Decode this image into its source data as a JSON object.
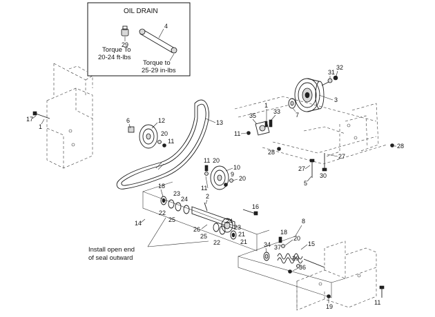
{
  "inset": {
    "title": "OIL DRAIN",
    "torque_a_line1": "Torque To",
    "torque_a_line2": "20-24 ft-lbs",
    "torque_b_line1": "Torque to",
    "torque_b_line2": "25-29 in-lbs"
  },
  "note": {
    "line1": "Install open end",
    "line2": "of seal outward"
  },
  "callouts": {
    "c29": "29",
    "c4": "4",
    "c32": "32",
    "c31": "31",
    "c3": "3",
    "c7": "7",
    "c33": "33",
    "c1a": "1",
    "c35": "35",
    "c11a": "11",
    "c17": "17",
    "c1b": "1",
    "c6": "6",
    "c12": "12",
    "c20a": "20",
    "c11b": "11",
    "c13": "13",
    "c28a": "28",
    "c28b": "28",
    "c27a": "27",
    "c27b": "27",
    "c5": "5",
    "c30": "30",
    "c11c": "11",
    "c20b": "20",
    "c10": "10",
    "c9": "9",
    "c20c": "20",
    "c11d": "11",
    "c18a": "18",
    "c23a": "23",
    "c24a": "24",
    "c2": "2",
    "c16": "16",
    "c14": "14",
    "c22a": "22",
    "c25a": "25",
    "c26": "26",
    "c24b": "24",
    "c23b": "23",
    "c21a": "21",
    "c25b": "25",
    "c22b": "22",
    "c21b": "21",
    "c8": "8",
    "c18b": "18",
    "c20d": "20",
    "c15": "15",
    "c34": "34",
    "c37": "37",
    "c20e": "20",
    "c36": "36",
    "c19": "19",
    "c11e": "11"
  }
}
